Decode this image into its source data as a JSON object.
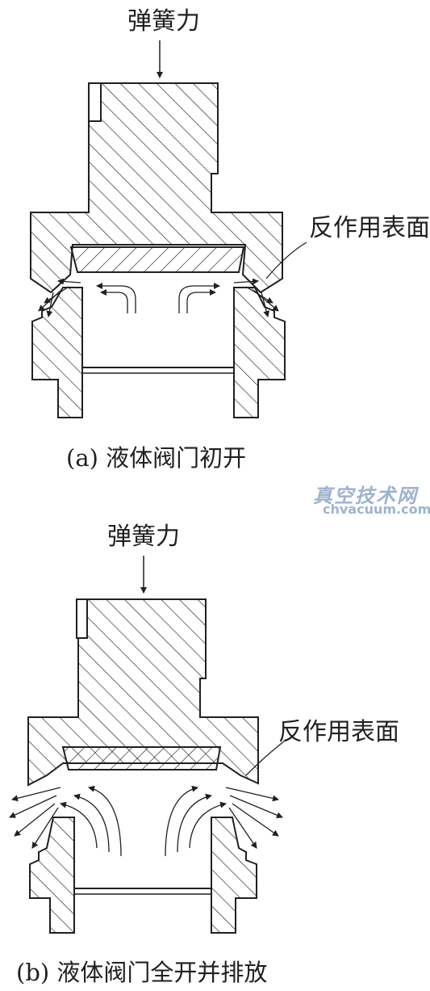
{
  "figure_a": {
    "force_label": "弹簧力",
    "surface_label": "反作用表面",
    "caption": "(a) 液体阀门初开"
  },
  "figure_b": {
    "force_label": "弹簧力",
    "surface_label": "反作用表面",
    "caption": "(b) 液体阀门全开并排放"
  },
  "watermark": {
    "text_cn": "真空技术网",
    "text_en": "chvacuum.com",
    "color": "#9fb3cf"
  },
  "colors": {
    "line": "#231f20",
    "background": "#ffffff"
  }
}
